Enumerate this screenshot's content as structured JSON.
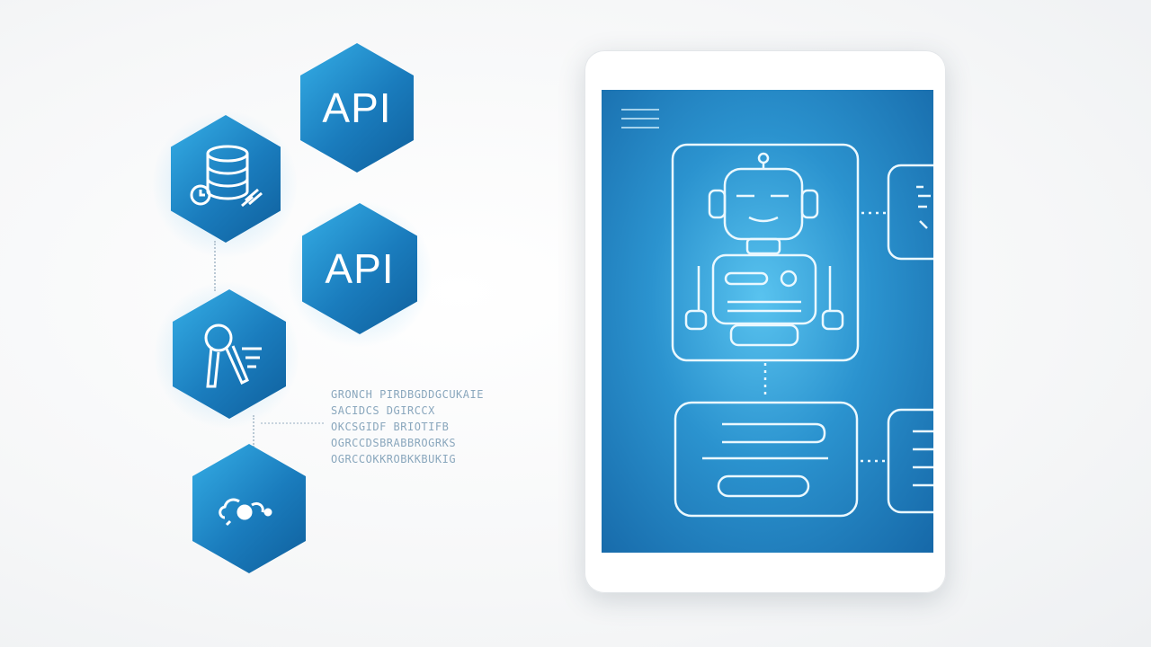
{
  "hexagons": [
    {
      "name": "database-sync",
      "icon": "database-sync-icon"
    },
    {
      "name": "api-top",
      "label": "API"
    },
    {
      "name": "api-middle",
      "label": "API"
    },
    {
      "name": "key-search",
      "icon": "key-search-icon"
    },
    {
      "name": "cloud-connect",
      "icon": "cloud-connect-icon"
    }
  ],
  "code_block": {
    "lines": [
      "GRONCH PIRDBGDDGCUKAIE",
      "SACIDCS DGIRCCX",
      "OKCSGIDF BRIOTIFB",
      "OGRCCDSBRABBROGRKS",
      "OGRCCOKKROBKKBUKIG"
    ]
  },
  "tablet": {
    "icons": [
      "menu-icon",
      "robot-icon",
      "chat-bubble-icon"
    ],
    "colors": {
      "screen_start": "#59c3ef",
      "screen_end": "#1668a8"
    }
  }
}
